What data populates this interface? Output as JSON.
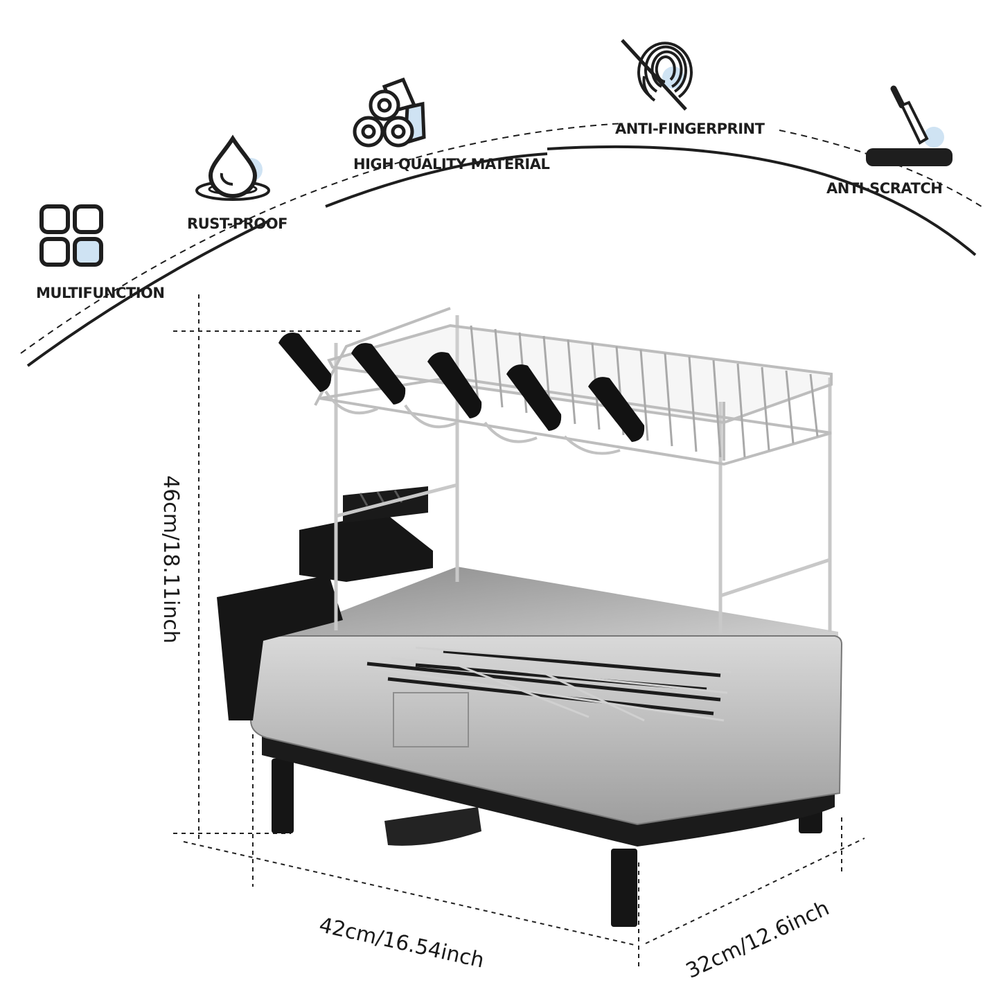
{
  "features": [
    {
      "label": "MULTIFUNCTION",
      "icon": "four-squares-icon"
    },
    {
      "label": "RUST-PROOF",
      "icon": "water-drop-icon"
    },
    {
      "label": "HIGH QUALITY MATERIAL",
      "icon": "steel-rolls-icon"
    },
    {
      "label": "ANTI-FINGERPRINT",
      "icon": "no-fingerprint-icon"
    },
    {
      "label": "ANTI-SCRATCH",
      "icon": "knife-scratch-icon"
    }
  ],
  "dimensions": {
    "height": "46cm/18.11inch",
    "width": "42cm/16.54inch",
    "depth": "32cm/12.6inch"
  },
  "colors": {
    "ink": "#1e1e1e",
    "accent_light": "#cfe3f3",
    "steel": "#b9b9b9",
    "black": "#141414"
  }
}
